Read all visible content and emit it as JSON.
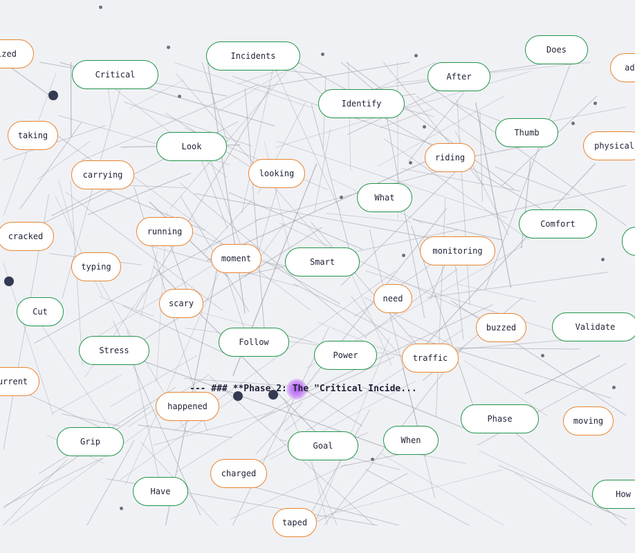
{
  "colors": {
    "background": "#f0f1f5",
    "edge": "#9ea1ad",
    "green_border": "#1e9447",
    "orange_border": "#e8832e",
    "dark_node": "#343a52",
    "small_dot": "#6c7080",
    "active_glow": "#b05ff0"
  },
  "active_label": "--- ### **Phase 2: The \"Critical Incide...",
  "nodes": [
    {
      "label": "ized",
      "kind": "orange"
    },
    {
      "label": "Critical",
      "kind": "green"
    },
    {
      "label": "Incidents",
      "kind": "green"
    },
    {
      "label": "Does",
      "kind": "green"
    },
    {
      "label": "add",
      "kind": "orange"
    },
    {
      "label": "After",
      "kind": "green"
    },
    {
      "label": "Identify",
      "kind": "green"
    },
    {
      "label": "taking",
      "kind": "orange"
    },
    {
      "label": "Look",
      "kind": "green"
    },
    {
      "label": "Thumb",
      "kind": "green"
    },
    {
      "label": "physical",
      "kind": "orange"
    },
    {
      "label": "riding",
      "kind": "orange"
    },
    {
      "label": "carrying",
      "kind": "orange"
    },
    {
      "label": "looking",
      "kind": "orange"
    },
    {
      "label": "What",
      "kind": "green"
    },
    {
      "label": "Comfort",
      "kind": "green"
    },
    {
      "label": "cracked",
      "kind": "orange"
    },
    {
      "label": "running",
      "kind": "orange"
    },
    {
      "label": "monitoring",
      "kind": "orange"
    },
    {
      "label": "moment",
      "kind": "orange"
    },
    {
      "label": "Smart",
      "kind": "green"
    },
    {
      "label": "typing",
      "kind": "orange"
    },
    {
      "label": "need",
      "kind": "orange"
    },
    {
      "label": "scary",
      "kind": "orange"
    },
    {
      "label": "Cut",
      "kind": "green"
    },
    {
      "label": "buzzed",
      "kind": "orange"
    },
    {
      "label": "Validate",
      "kind": "green"
    },
    {
      "label": "Follow",
      "kind": "green"
    },
    {
      "label": "Stress",
      "kind": "green"
    },
    {
      "label": "Power",
      "kind": "green"
    },
    {
      "label": "traffic",
      "kind": "orange"
    },
    {
      "label": "urrent",
      "kind": "orange"
    },
    {
      "label": "happened",
      "kind": "orange"
    },
    {
      "label": "Phase",
      "kind": "green"
    },
    {
      "label": "moving",
      "kind": "orange"
    },
    {
      "label": "Grip",
      "kind": "green"
    },
    {
      "label": "When",
      "kind": "green"
    },
    {
      "label": "Goal",
      "kind": "green"
    },
    {
      "label": "charged",
      "kind": "orange"
    },
    {
      "label": "Have",
      "kind": "green"
    },
    {
      "label": "How",
      "kind": "green"
    },
    {
      "label": "taped",
      "kind": "orange"
    }
  ]
}
